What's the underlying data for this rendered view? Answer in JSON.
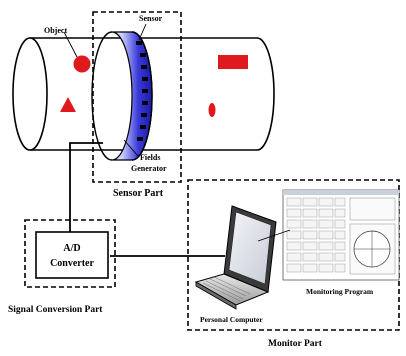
{
  "labels": {
    "object": "Object",
    "sensor": "Sensor",
    "fields_line1": "Fields",
    "fields_line2": "Generator",
    "sensor_part": "Sensor Part",
    "ad_line1": "A/D",
    "ad_line2": "Converter",
    "signal_part": "Signal Conversion Part",
    "monitoring_program": "Monitoring Program",
    "personal_computer": "Personal Computer",
    "monitor_part": "Monitor Part"
  },
  "colors": {
    "object": "#e0191f",
    "sensor_ring": "#2a2acf",
    "sensor_ring_light": "#9aa6ff",
    "line": "#000000"
  },
  "icons": {
    "circle": "red-circle-icon",
    "triangle": "red-triangle-icon",
    "rectangle": "red-rectangle-icon",
    "ellipse": "red-ellipse-icon"
  }
}
